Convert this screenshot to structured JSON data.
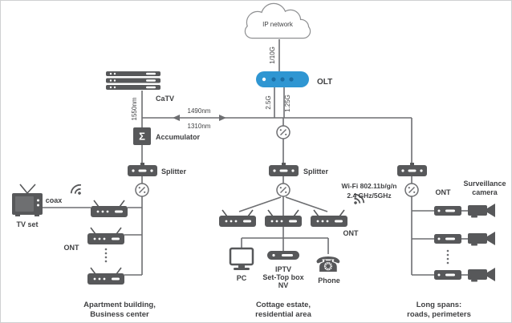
{
  "diagram": {
    "cloud_label": "IP network",
    "links": {
      "cloud_to_olt": "1/10G",
      "olt_feed_left": "2.5G",
      "olt_feed_right": "1.25G",
      "catv_wavelength": "1550nm",
      "downstream_wavelength": "1490nm",
      "upstream_wavelength": "1310nm",
      "coax": "coax"
    },
    "devices": {
      "olt": "OLT",
      "catv": "CaTV",
      "accumulator": "Accumulator",
      "splitter_left": "Splitter",
      "splitter_center": "Splitter",
      "tv_set": "TV set",
      "ont_left": "ONT",
      "ont_center": "ONT",
      "ont_right": "ONT",
      "pc": "PC",
      "set_top_box_lines": [
        "IPTV",
        "Set-Top box",
        "NV"
      ],
      "phone": "Phone",
      "surveillance_camera_lines": [
        "Surveillance",
        "camera"
      ]
    },
    "wifi_lines": [
      "Wi-Fi 802.11b/g/n",
      "2.4 GHz/5GHz"
    ],
    "captions": {
      "left_lines": [
        "Apartment building,",
        "Business center"
      ],
      "center_lines": [
        "Cottage estate,",
        "residential area"
      ],
      "right_lines": [
        "Long spans:",
        "roads, perimeters"
      ]
    },
    "icons": {
      "accumulator_sigma": "Σ",
      "phone_glyph": "☎"
    },
    "colors": {
      "device_gray": "#57585a",
      "olt_blue": "#2f96d2",
      "line_gray": "#6d6e71",
      "text_dark": "#3e3f41"
    }
  }
}
